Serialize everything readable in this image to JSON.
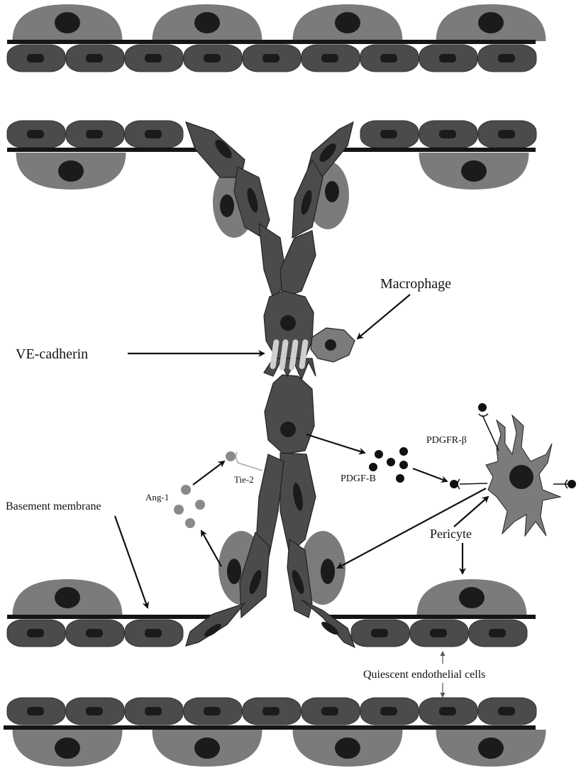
{
  "labels": {
    "macrophage": "Macrophage",
    "ve_cadherin": "VE-cadherin",
    "pdgfr_beta": "PDGFR-β",
    "pdgf_b": "PDGF-B",
    "tie2": "Tie-2",
    "ang1": "Ang-1",
    "basement_membrane": "Basement membrane",
    "pericyte": "Pericyte",
    "quiescent_endothelial_cells": "Quiescent endothelial cells"
  },
  "colors": {
    "pericyte": "#7b7b7b",
    "endothelial": "#4b4b4b",
    "nucleus": "#1b1b1b",
    "membrane": "#151515",
    "ve_cadherin": "#cfcfcf",
    "ang1": "#8a8a8a",
    "tie2": "#aaaaaa"
  }
}
